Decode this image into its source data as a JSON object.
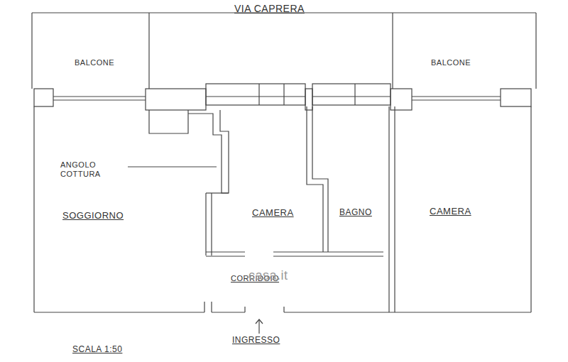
{
  "diagram": {
    "labels": [
      "VIA CAPRERA",
      "BALCONE",
      "BALCONE",
      "ANGOLO COTTURA",
      "SOGGIORNO",
      "CAMERA",
      "BAGNO",
      "CAMERA",
      "CORRIDOIO",
      "INGRESSO",
      "SCALA 1:50",
      "casa.it"
    ]
  }
}
